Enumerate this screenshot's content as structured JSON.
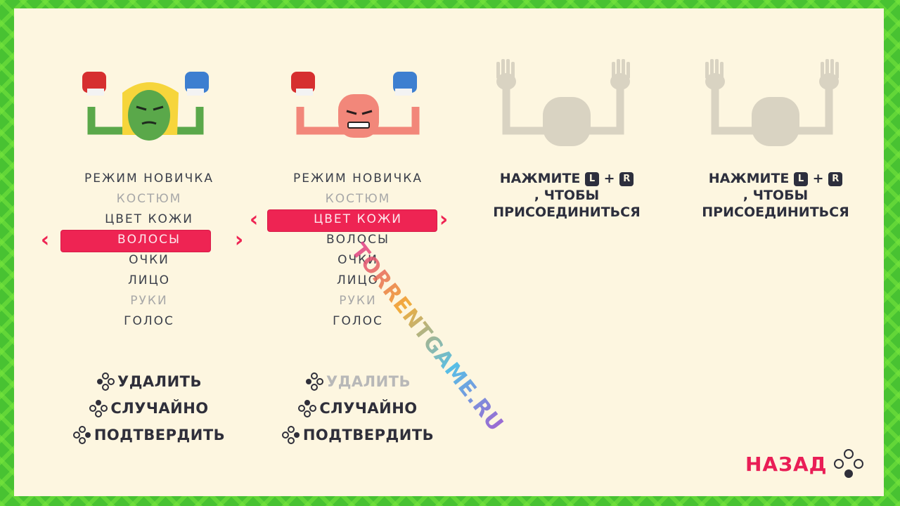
{
  "players": [
    {
      "menu": [
        {
          "label": "РЕЖИМ НОВИЧКА",
          "dim": false
        },
        {
          "label": "КОСТЮМ",
          "dim": true
        },
        {
          "label": "ЦВЕТ КОЖИ",
          "dim": false
        },
        {
          "label": "ВОЛОСЫ",
          "dim": false,
          "selected": true
        },
        {
          "label": "ОЧКИ",
          "dim": false
        },
        {
          "label": "ЛИЦО",
          "dim": false
        },
        {
          "label": "РУКИ",
          "dim": true
        },
        {
          "label": "ГОЛОС",
          "dim": false
        }
      ],
      "actions": {
        "delete": "УДАЛИТЬ",
        "random": "СЛУЧАЙНО",
        "confirm": "ПОДТВЕРДИТЬ"
      },
      "skin_color": "#5aa84a"
    },
    {
      "menu": [
        {
          "label": "РЕЖИМ НОВИЧКА",
          "dim": false
        },
        {
          "label": "КОСТЮМ",
          "dim": true
        },
        {
          "label": "ЦВЕТ КОЖИ",
          "dim": false,
          "selected": true
        },
        {
          "label": "ВОЛОСЫ",
          "dim": false
        },
        {
          "label": "ОЧКИ",
          "dim": false
        },
        {
          "label": "ЛИЦО",
          "dim": false
        },
        {
          "label": "РУКИ",
          "dim": true
        },
        {
          "label": "ГОЛОС",
          "dim": false
        }
      ],
      "actions": {
        "delete": "УДАЛИТЬ",
        "random": "СЛУЧАЙНО",
        "confirm": "ПОДТВЕРДИТЬ"
      },
      "skin_color": "#f2877a"
    }
  ],
  "join": {
    "line1_prefix": "НАЖМИТЕ",
    "key_left": "L",
    "plus": "+",
    "key_right": "R",
    "line2": ", ЧТОБЫ",
    "line3": "ПРИСОЕДИНИТЬСЯ"
  },
  "back_label": "НАЗАД",
  "watermark": "TORRENTGAME.RU",
  "colors": {
    "accent": "#ee2453",
    "text": "#2d2f3d",
    "panel": "#fdf6e0",
    "border": "#48c232",
    "ghost": "#d9d3c2"
  }
}
